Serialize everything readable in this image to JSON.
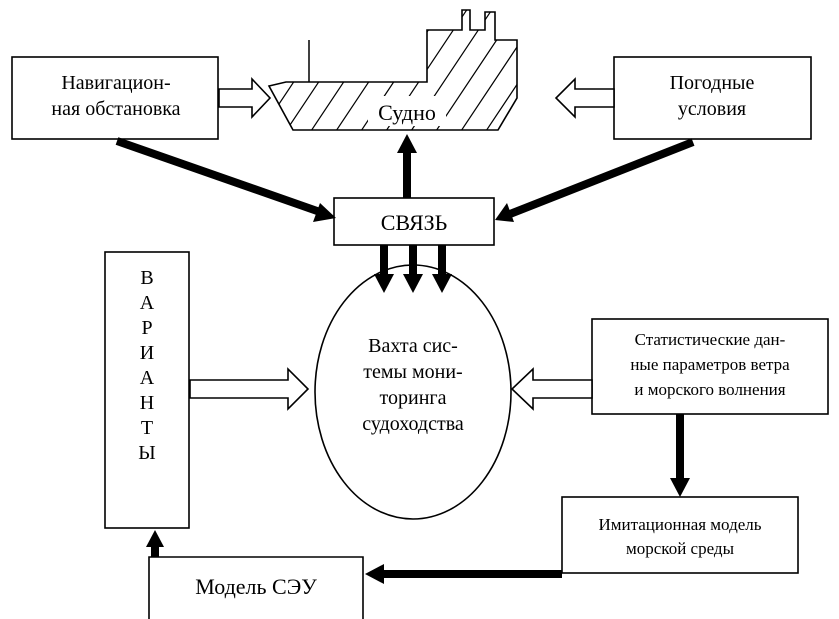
{
  "nodes": {
    "navigation": [
      "Навигацион-",
      "ная обстановка"
    ],
    "ship": "Судно",
    "weather": [
      "Погодные",
      "условия"
    ],
    "comm": "СВЯЗЬ",
    "variants": [
      "В",
      "А",
      "Р",
      "И",
      "А",
      "Н",
      "Т",
      "Ы"
    ],
    "watch": [
      "Вахта сис-",
      "темы мони-",
      "торинга",
      "судоходства"
    ],
    "statistics": [
      "Статистические дан-",
      "ные параметров ветра",
      "и морского волнения"
    ],
    "simulation": [
      "Имитационная модель",
      "морской среды"
    ],
    "power_plant_model": "Модель СЭУ"
  },
  "colors": {
    "line": "#000000",
    "background": "#ffffff"
  }
}
